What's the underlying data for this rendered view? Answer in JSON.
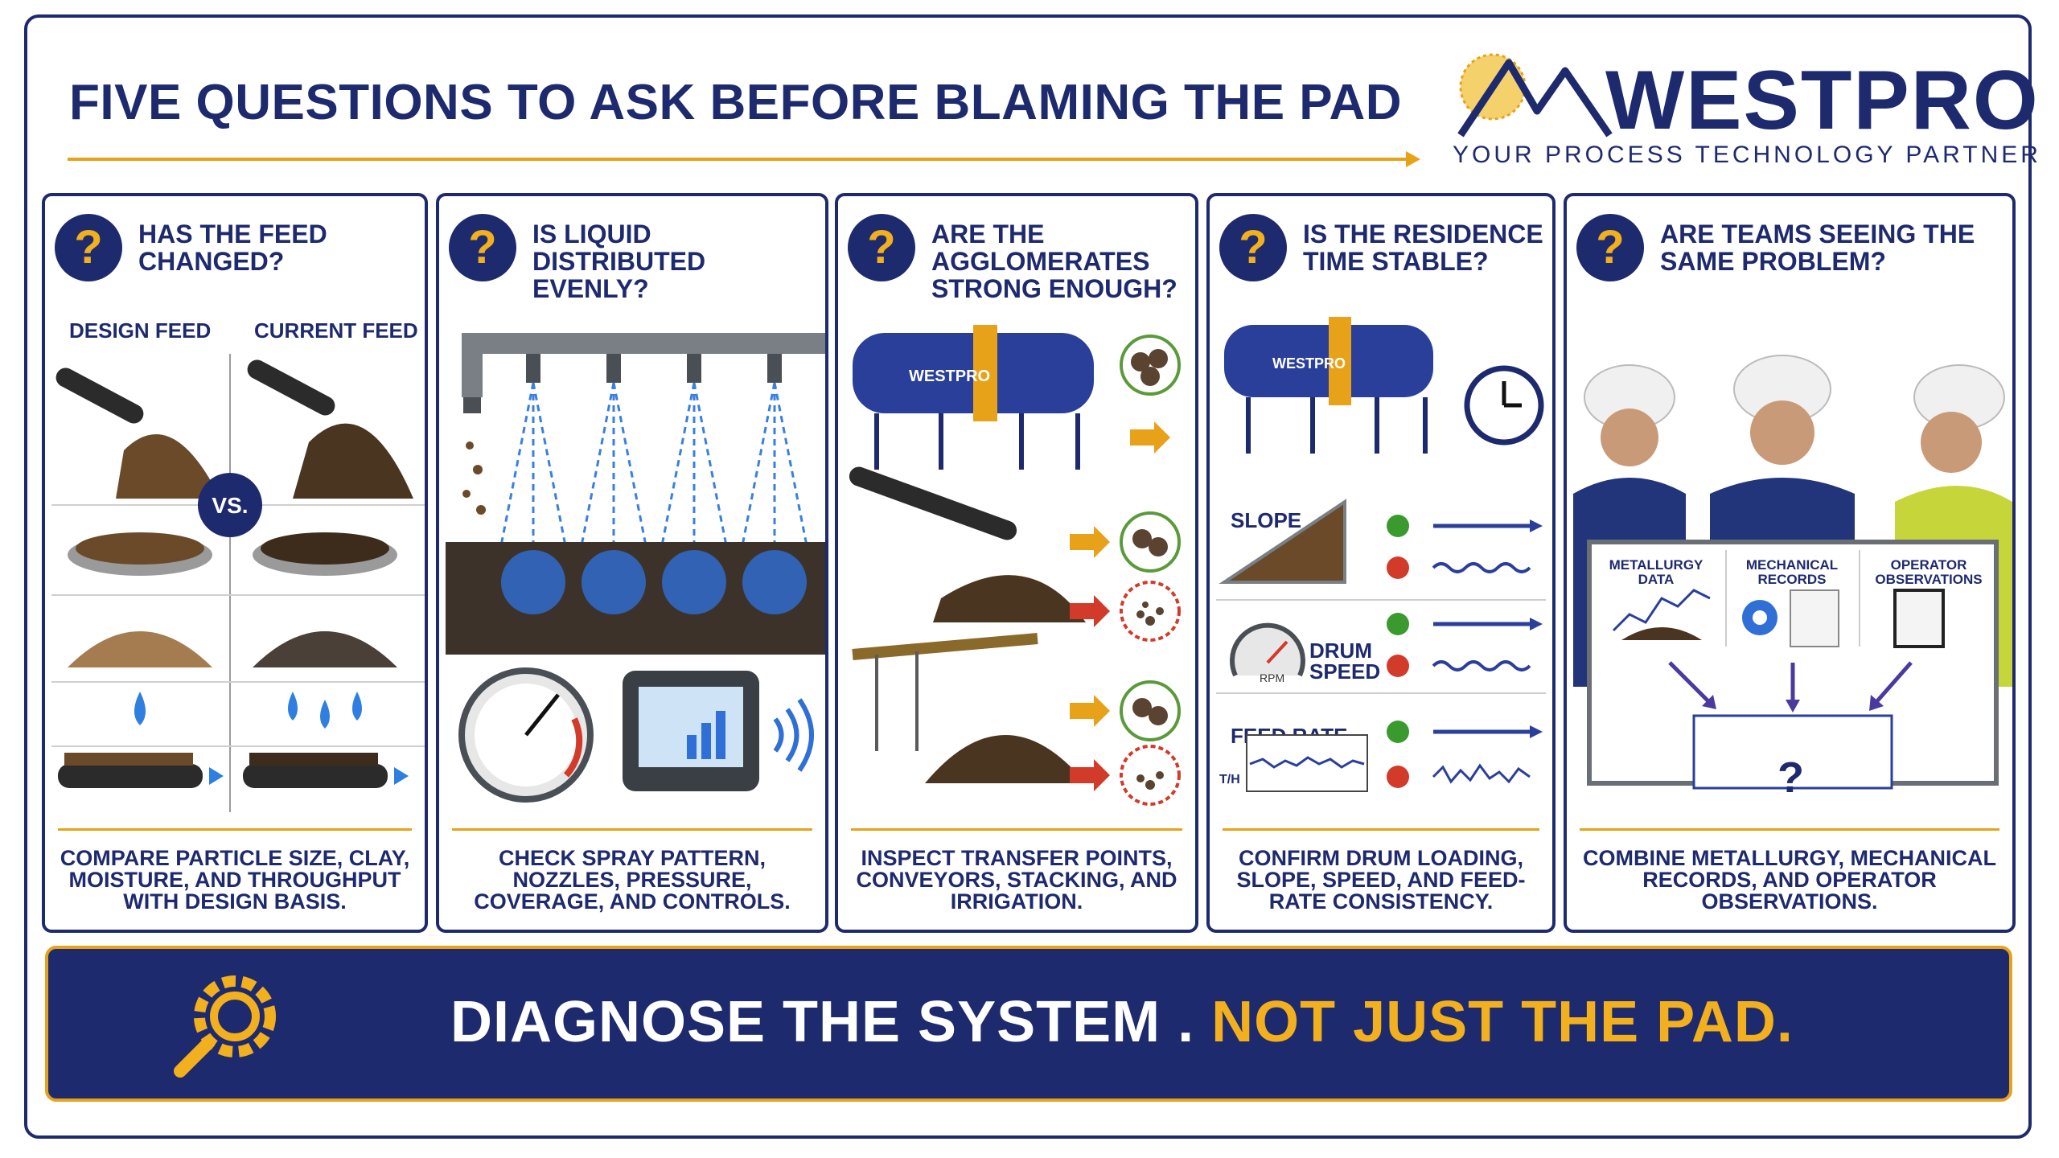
{
  "header": {
    "title": "FIVE QUESTIONS TO ASK BEFORE BLAMING THE PAD",
    "logo_name": "WESTPRO",
    "logo_tagline": "YOUR PROCESS TECHNOLOGY PARTNER"
  },
  "panels": [
    {
      "badge": "?",
      "question": "HAS THE FEED CHANGED?",
      "labels": {
        "left": "DESIGN FEED",
        "right": "CURRENT FEED",
        "vs": "VS."
      },
      "caption": "COMPARE PARTICLE SIZE, CLAY, MOISTURE, AND THROUGHPUT WITH DESIGN BASIS."
    },
    {
      "badge": "?",
      "question": "IS LIQUID DISTRIBUTED EVENLY?",
      "caption": "CHECK SPRAY PATTERN, NOZZLES, PRESSURE, COVERAGE, AND CONTROLS."
    },
    {
      "badge": "?",
      "question": "ARE THE AGGLOMERATES STRONG ENOUGH?",
      "drum_label": "WESTPRO",
      "caption": "INSPECT TRANSFER POINTS, CONVEYORS, STACKING, AND IRRIGATION."
    },
    {
      "badge": "?",
      "question": "IS THE RESIDENCE TIME STABLE?",
      "drum_label": "WESTPRO",
      "labels": {
        "slope": "SLOPE",
        "drum_speed": "DRUM SPEED",
        "feed_rate": "FEED RATE",
        "gauge_unit": "RPM",
        "axis_unit": "T/H"
      },
      "caption": "CONFIRM DRUM LOADING, SLOPE, SPEED, AND FEED-RATE CONSISTENCY."
    },
    {
      "badge": "?",
      "question": "ARE TEAMS SEEING THE SAME PROBLEM?",
      "board": {
        "col1": "METALLURGY DATA",
        "col2": "MECHANICAL RECORDS",
        "col3": "OPERATOR OBSERVATIONS",
        "result": "?"
      },
      "caption": "COMBINE METALLURGY, MECHANICAL RECORDS, AND OPERATOR OBSERVATIONS."
    }
  ],
  "banner": {
    "text_main": "DIAGNOSE THE SYSTEM . ",
    "text_accent": "NOT JUST THE PAD."
  },
  "colors": {
    "navy": "#1e2a6e",
    "gold": "#f2b01e",
    "orange": "#e8a21a",
    "spray_blue": "#3a7fe0",
    "ok_green": "#3a9a2e",
    "bad_red": "#d23a2a"
  }
}
